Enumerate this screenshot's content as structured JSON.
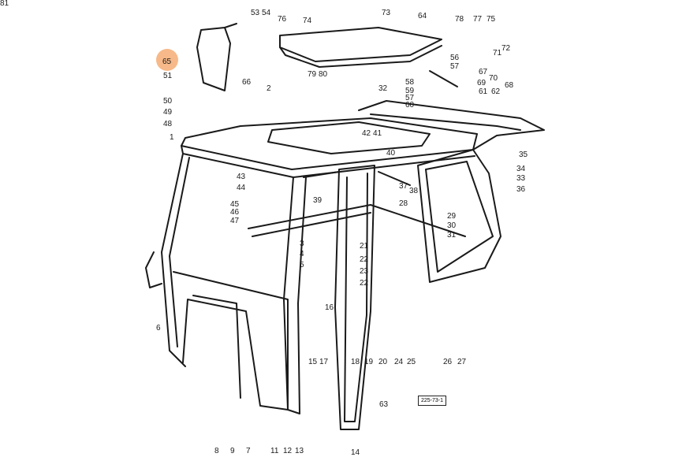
{
  "diagram": {
    "highlighted_part": "65",
    "reference_code": "225-73-1",
    "labels": [
      "1",
      "2",
      "3",
      "4",
      "5",
      "6",
      "7",
      "8",
      "9",
      "11",
      "12",
      "13",
      "14",
      "15",
      "16",
      "17",
      "18",
      "19",
      "20",
      "21",
      "22",
      "22",
      "23",
      "24",
      "25",
      "26",
      "27",
      "28",
      "29",
      "30",
      "31",
      "32",
      "33",
      "34",
      "35",
      "36",
      "37",
      "38",
      "39",
      "40",
      "41",
      "42",
      "43",
      "44",
      "45",
      "46",
      "47",
      "48",
      "49",
      "50",
      "51",
      "53",
      "54",
      "56",
      "57",
      "57",
      "58",
      "59",
      "60",
      "61",
      "62",
      "63",
      "64",
      "65",
      "66",
      "67",
      "68",
      "69",
      "70",
      "71",
      "72",
      "73",
      "74",
      "75",
      "76",
      "77",
      "78",
      "79",
      "80",
      "81"
    ]
  }
}
